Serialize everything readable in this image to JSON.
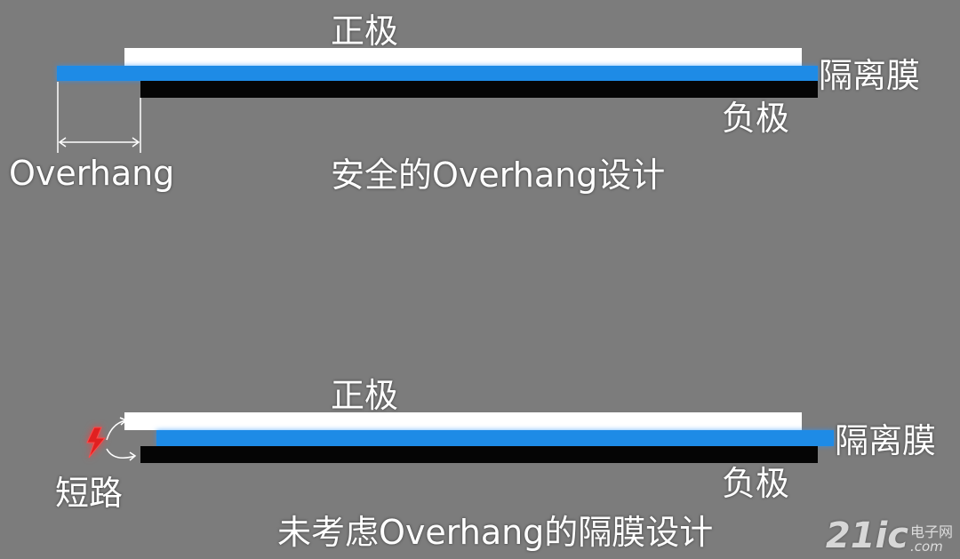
{
  "diagram_safe": {
    "positive_label": "正极",
    "separator_label": "隔离膜",
    "negative_label": "负极",
    "overhang_label": "Overhang",
    "caption": "安全的Overhang设计"
  },
  "diagram_unsafe": {
    "positive_label": "正极",
    "separator_label": "隔离膜",
    "negative_label": "负极",
    "short_label": "短路",
    "caption": "未考虑Overhang的隔膜设计"
  },
  "watermark": {
    "brand": "21ic",
    "chinese": "电子网",
    "domain": ".com"
  },
  "colors": {
    "background": "#7c7c7c",
    "positive": "#ffffff",
    "separator": "#1e8be6",
    "negative": "#050505",
    "lightning": "#e02020"
  }
}
